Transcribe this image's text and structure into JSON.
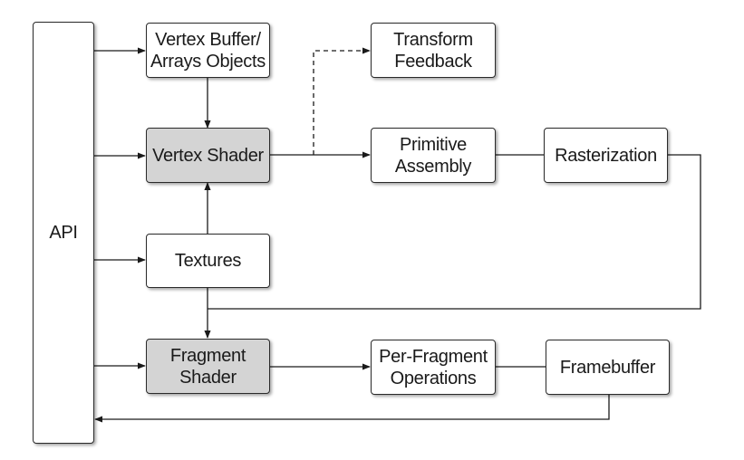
{
  "nodes": {
    "api": "API",
    "vertex_buffer": "Vertex Buffer/\nArrays Objects",
    "transform_feedback": "Transform\nFeedback",
    "vertex_shader": "Vertex Shader",
    "primitive_assembly": "Primitive\nAssembly",
    "rasterization": "Rasterization",
    "textures": "Textures",
    "fragment_shader": "Fragment\nShader",
    "per_fragment_ops": "Per-Fragment\nOperations",
    "framebuffer": "Framebuffer"
  },
  "colors": {
    "shader_fill": "#d4d4d4",
    "box_fill": "#ffffff",
    "line": "#1a1a1a"
  }
}
